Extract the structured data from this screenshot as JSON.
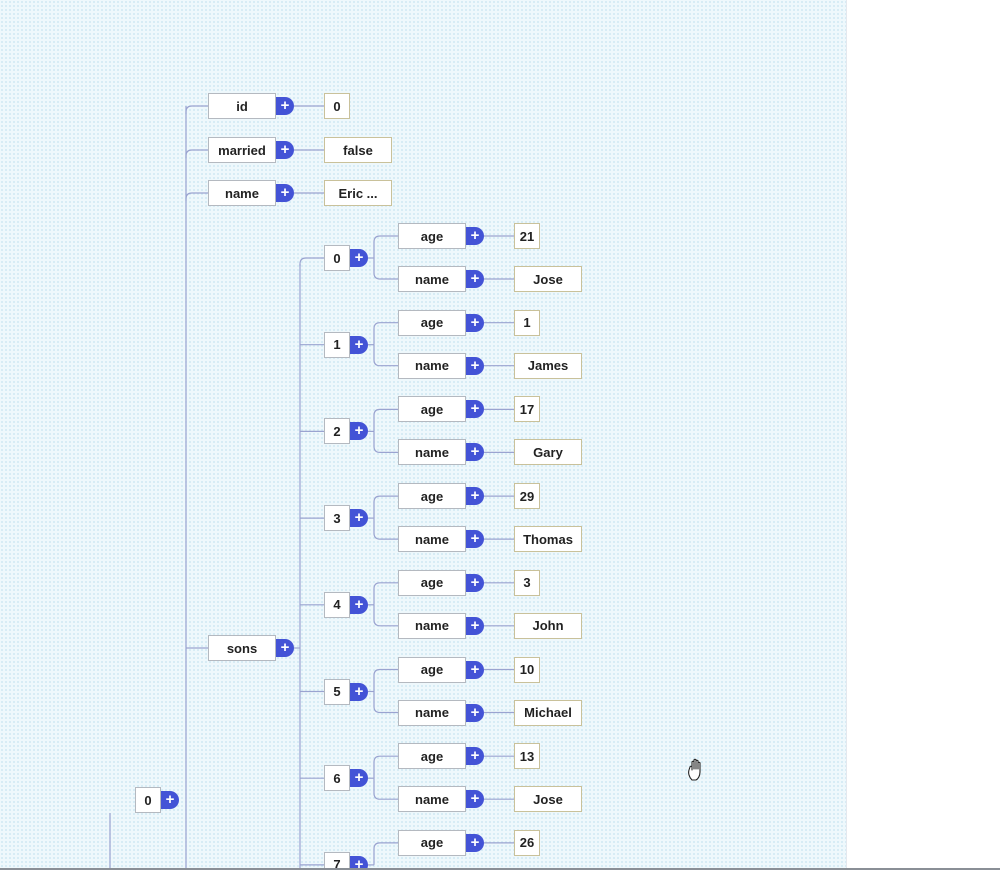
{
  "tree": {
    "root_label": "0",
    "fields": {
      "id": {
        "key": "id",
        "value": "0"
      },
      "married": {
        "key": "married",
        "value": "false"
      },
      "name": {
        "key": "name",
        "value": "Eric ..."
      },
      "sons": {
        "key": "sons"
      }
    },
    "sons": [
      {
        "index": "0",
        "age_key": "age",
        "age": "21",
        "name_key": "name",
        "name": "Jose"
      },
      {
        "index": "1",
        "age_key": "age",
        "age": "1",
        "name_key": "name",
        "name": "James"
      },
      {
        "index": "2",
        "age_key": "age",
        "age": "17",
        "name_key": "name",
        "name": "Gary"
      },
      {
        "index": "3",
        "age_key": "age",
        "age": "29",
        "name_key": "name",
        "name": "Thomas"
      },
      {
        "index": "4",
        "age_key": "age",
        "age": "3",
        "name_key": "name",
        "name": "John"
      },
      {
        "index": "5",
        "age_key": "age",
        "age": "10",
        "name_key": "name",
        "name": "Michael"
      },
      {
        "index": "6",
        "age_key": "age",
        "age": "13",
        "name_key": "name",
        "name": "Jose"
      },
      {
        "index": "7",
        "age_key": "age",
        "age": "26"
      }
    ]
  },
  "expand_symbol": "+",
  "icons": {
    "expand": "plus-icon",
    "cursor": "hand-cursor-icon"
  },
  "colors": {
    "accent": "#4353d6",
    "connector": "#9aa3d0",
    "canvas": "#eef8fc"
  }
}
